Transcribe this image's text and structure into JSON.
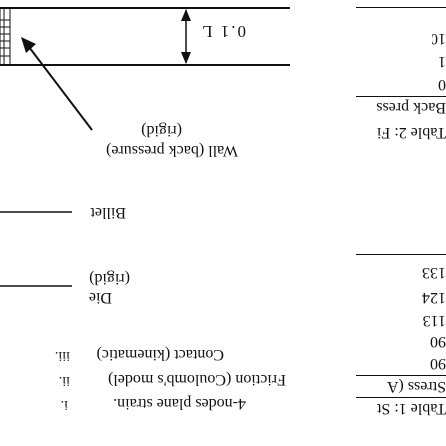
{
  "figure": {
    "dimension_label": "0.1 L",
    "labels": {
      "wall": "Wall (back pressure)",
      "wall_rigid": "(rigid)",
      "billet": "Billet",
      "die": "Die",
      "die_rigid": "(rigid)"
    },
    "notes": [
      "4-nodes plane strain.",
      "Friction (Coulomb's model)",
      "Contact (kinematic)"
    ]
  },
  "table2": {
    "caption_fragment": "Table 2: Fi",
    "row_label_fragment": "Back press",
    "values_fragments": [
      "10",
      "1",
      "0"
    ]
  },
  "table1": {
    "caption_fragment": "Table 1: St",
    "header_fragment": "Stress (A",
    "values_fragments": [
      "133",
      "124",
      "113",
      "90",
      "90"
    ]
  }
}
